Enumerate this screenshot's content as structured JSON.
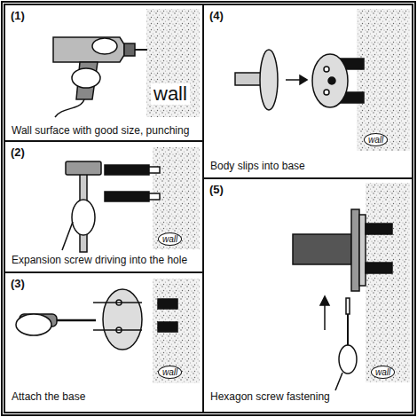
{
  "diagram": {
    "nodes": [
      {
        "text": [
          "(1)",
          "Wall surface with good size, punching"
        ]
      },
      {
        "text": [
          "(2)",
          "Expansion screw driving into the hole"
        ]
      },
      {
        "text": [
          "(3)",
          "Attach the base"
        ]
      },
      {
        "text": [
          "(4)",
          "Body slips into base"
        ]
      },
      {
        "text": [
          "(5)",
          "Hexagon screw fastening"
        ]
      }
    ],
    "labels": [
      "wall",
      "wall",
      "wall",
      "wall",
      "wall"
    ]
  }
}
